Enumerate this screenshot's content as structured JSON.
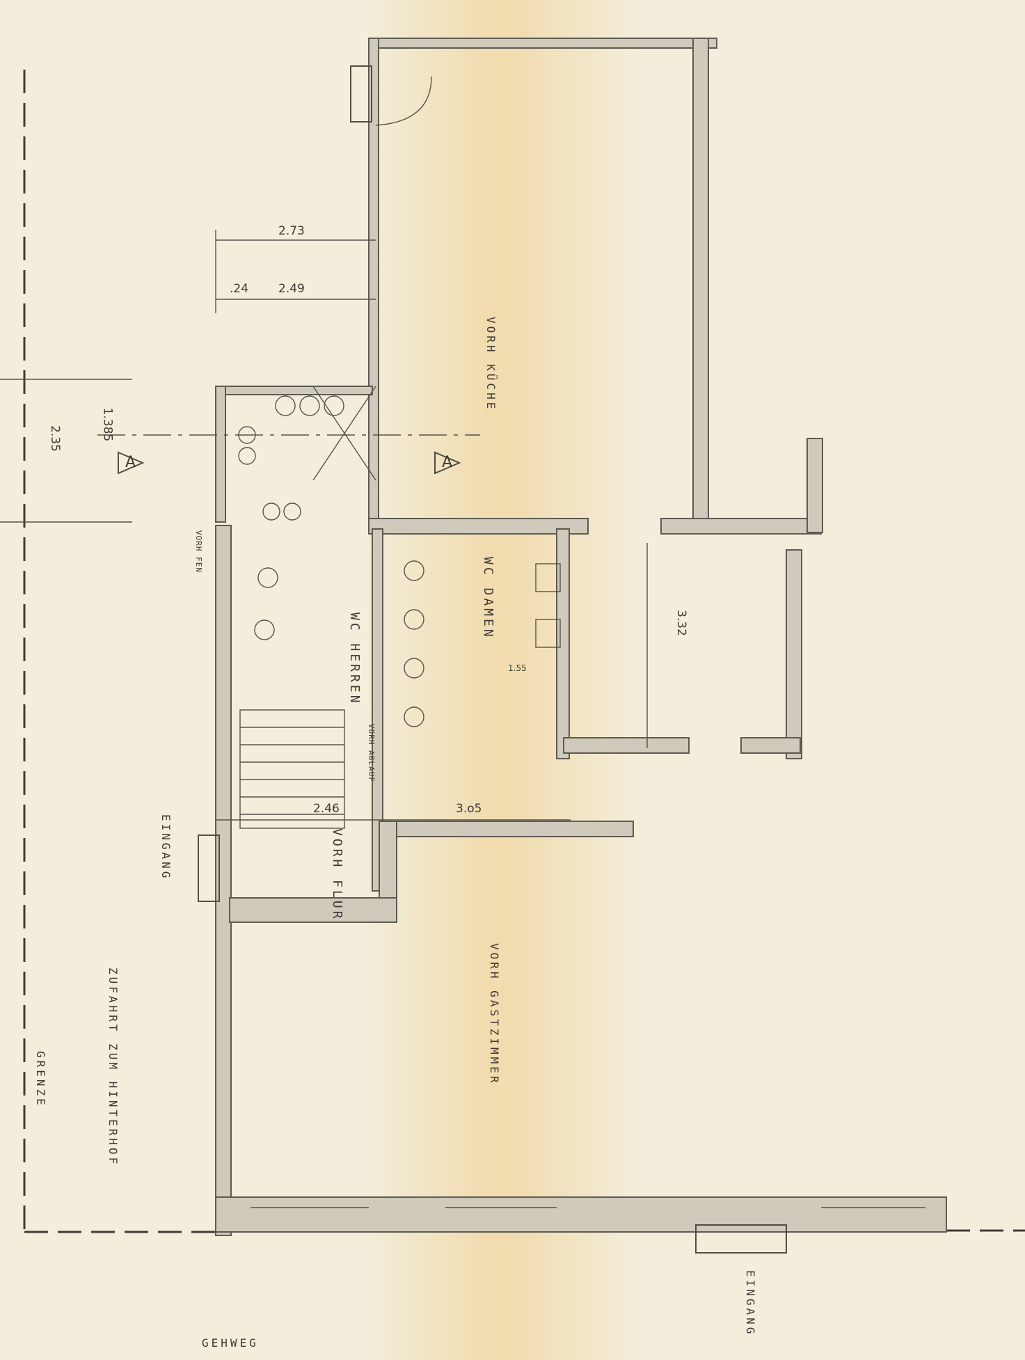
{
  "rooms": {
    "kitchen": "VORH KÜCHE",
    "wc_ladies": "WC DAMEN",
    "wc_men": "WC HERREN",
    "hallway": "VORH FLUR",
    "guestroom": "VORH GASTZIMMER"
  },
  "labels": {
    "entrance_side": "EINGANG",
    "entrance_front": "EINGANG",
    "access_backyard": "ZUFAHRT ZUM HINTERHOF",
    "boundary": "GRENZE",
    "sidewalk": "GEHWEG",
    "vorh_fenster": "VORH FEN",
    "vorh_abflauf": "VORH ABLAUF"
  },
  "dimensions": {
    "d1": "2.73",
    "d2": ".24",
    "d3": "2.49",
    "d4": "1.385",
    "d5": "2.35",
    "d6": "3.32",
    "d7": "2.46",
    "d8": "3.o5",
    "d9": "1.55"
  },
  "section_marker": "A"
}
